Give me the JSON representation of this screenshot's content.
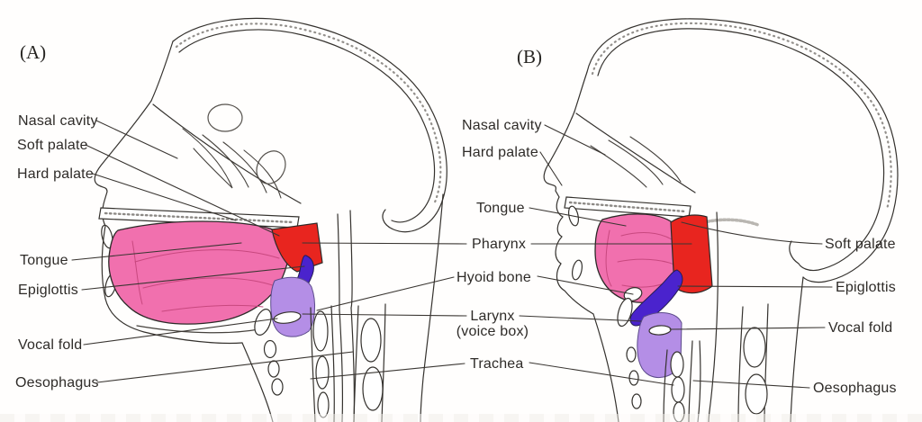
{
  "panel_tags": {
    "a": "(A)",
    "b": "(B)"
  },
  "labels": {
    "a_left": [
      {
        "text": "Nasal cavity"
      },
      {
        "text": "Soft palate"
      },
      {
        "text": "Hard palate"
      },
      {
        "text": "Tongue"
      },
      {
        "text": "Epiglottis"
      },
      {
        "text": "Vocal fold"
      },
      {
        "text": "Oesophagus"
      }
    ],
    "middle": [
      {
        "text": "Nasal cavity"
      },
      {
        "text": "Hard palate"
      },
      {
        "text": "Tongue"
      },
      {
        "text": "Pharynx"
      },
      {
        "text": "Hyoid bone"
      },
      {
        "text": "Larynx",
        "text2": "(voice box)"
      },
      {
        "text": "Trachea"
      }
    ],
    "b_right": [
      {
        "text": "Soft palate"
      },
      {
        "text": "Epiglottis"
      },
      {
        "text": "Vocal fold"
      },
      {
        "text": "Oesophagus"
      }
    ]
  },
  "colors": {
    "tongue_pink": "#f170ae",
    "soft_palate_red": "#e8251f",
    "epiglottis_violet": "#4a23cd",
    "larynx_lilac": "#b48ee6",
    "vocal_fold_white": "#ffffff",
    "ink": "#3a3632",
    "label_text": "#2e2b28"
  }
}
